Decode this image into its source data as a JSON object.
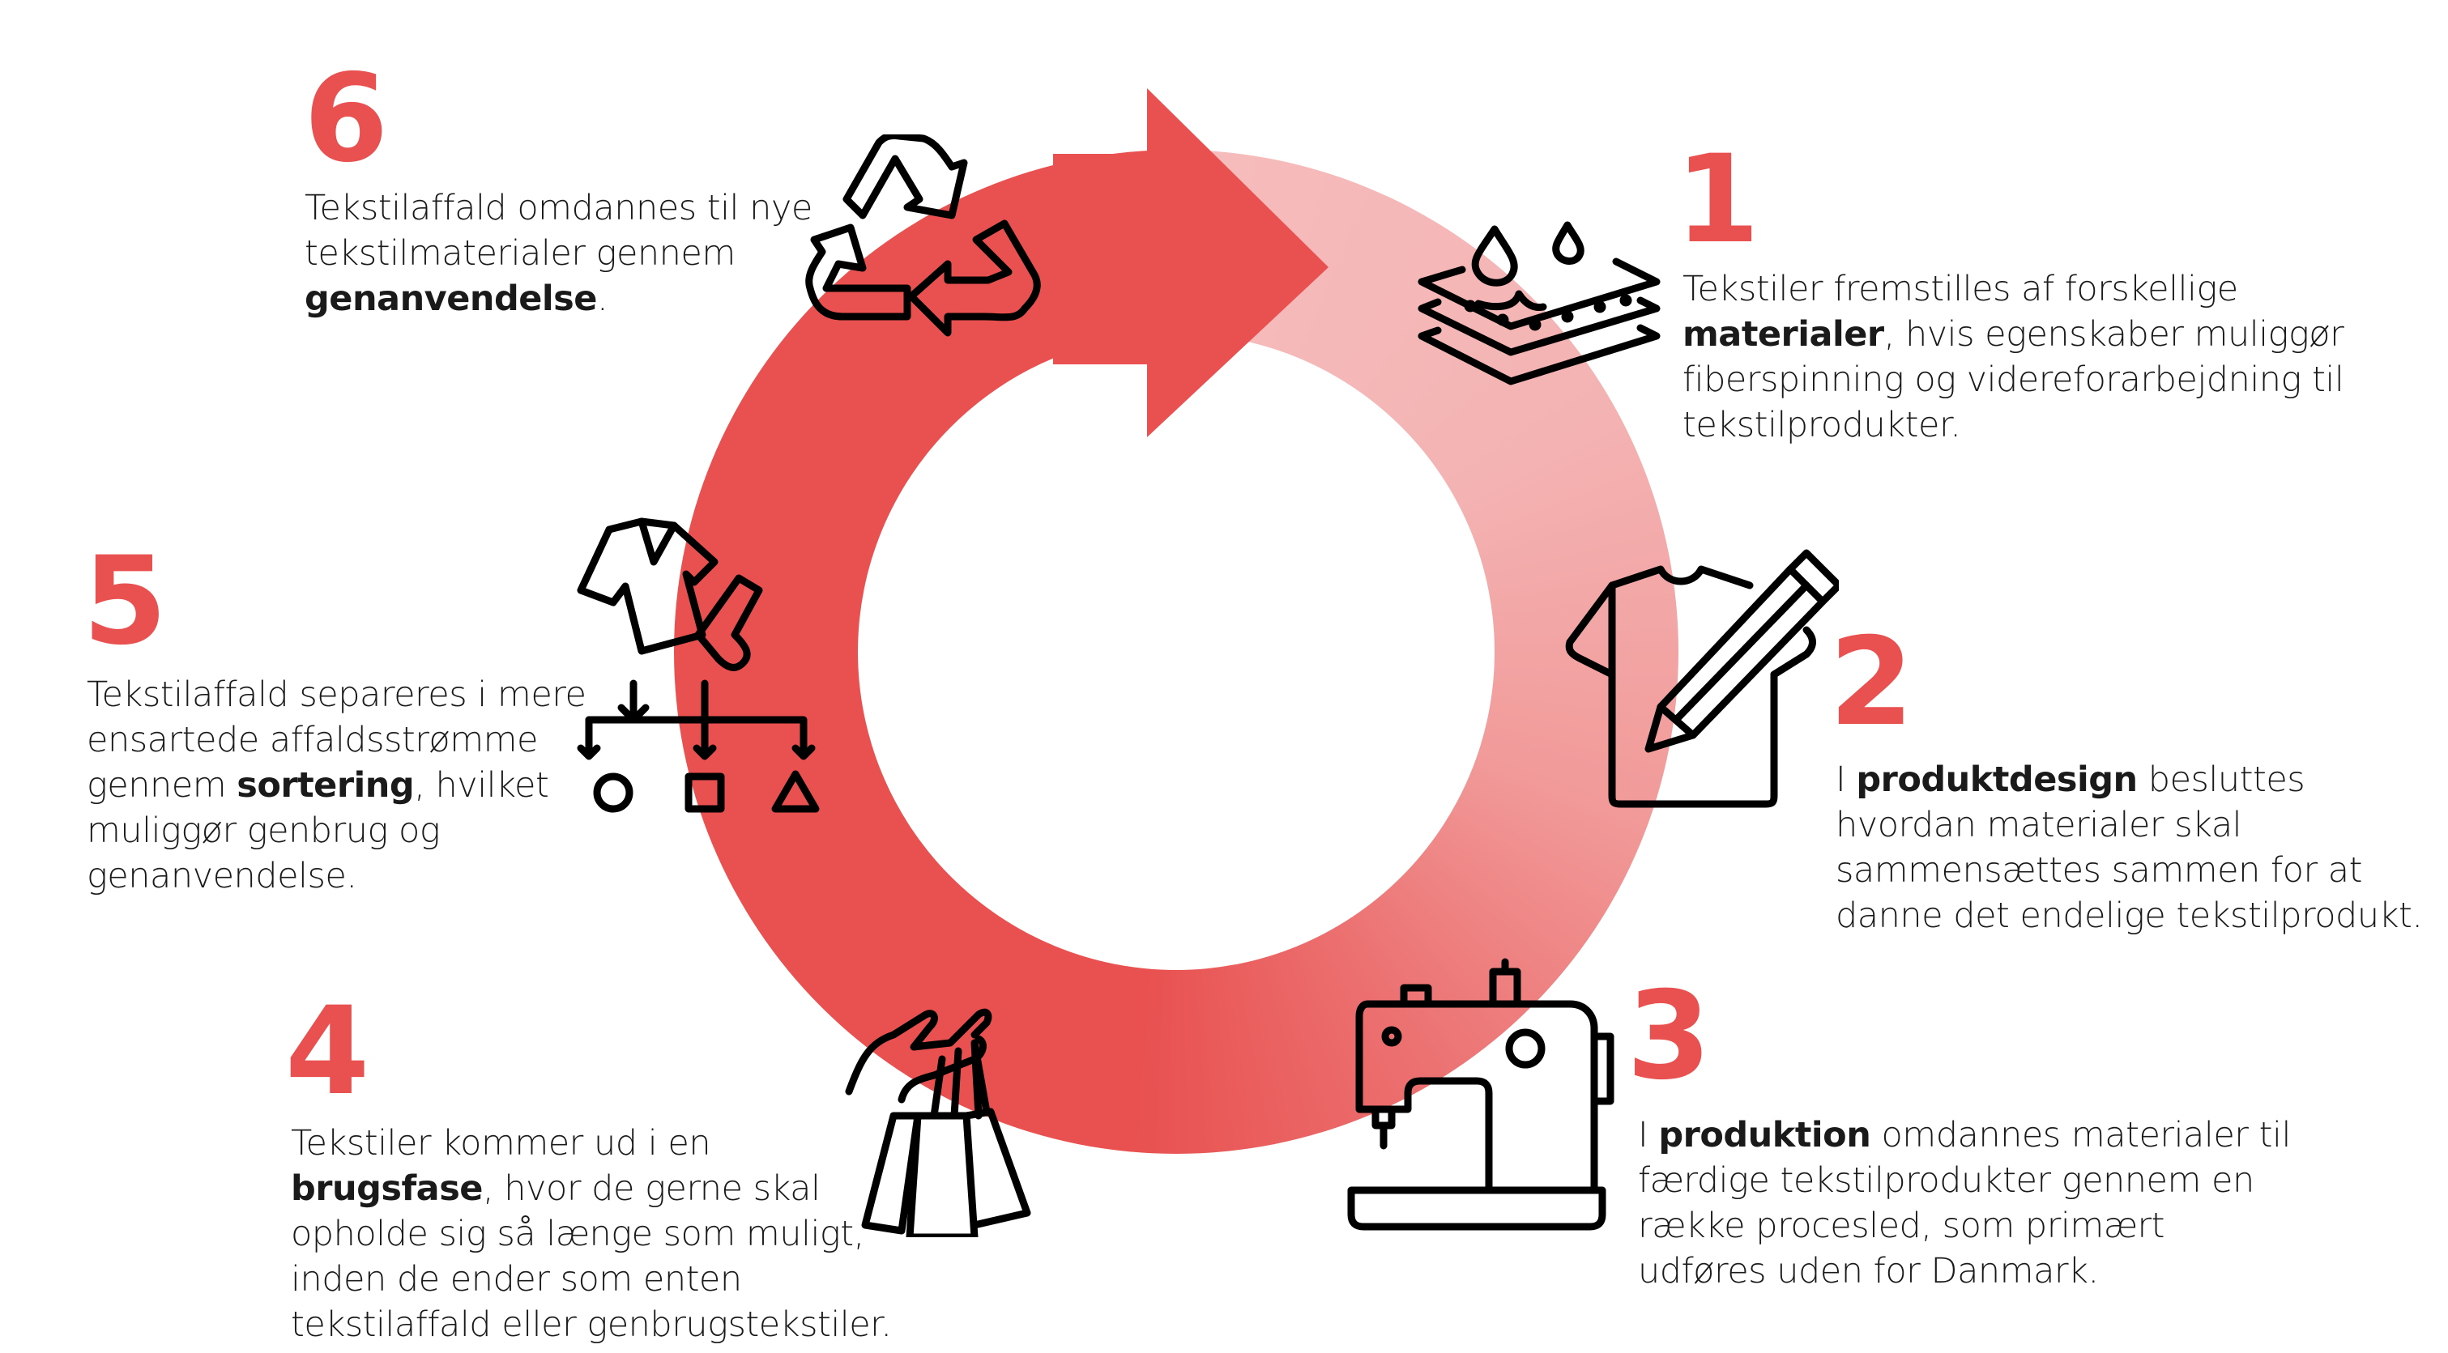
{
  "steps": [
    {
      "number": "1",
      "before": "Tekstiler fremstilles af forskellige ",
      "bold": "materialer",
      "after": ", hvis egenskaber muliggør fiberspinning og videreforarbejdning til tekstilprodukter.",
      "icon": "fabric-layers-icon"
    },
    {
      "number": "2",
      "before": "I ",
      "bold": "produktdesign",
      "after": " besluttes hvordan materialer skal sammensættes sammen for at danne det endelige tekstilprodukt.",
      "icon": "tshirt-pencil-icon"
    },
    {
      "number": "3",
      "before": "I ",
      "bold": "produktion",
      "after": " omdannes materialer til færdige tekstilprodukter gennem en række procesled, som primært udføres uden for Danmark.",
      "icon": "sewing-machine-icon"
    },
    {
      "number": "4",
      "before": "Tekstiler kommer ud i en ",
      "bold": "brugsfase",
      "after": ", hvor de gerne skal opholde sig så længe som muligt, inden de ender som enten tekstilaffald eller genbrugstekstiler.",
      "icon": "shopping-bags-icon"
    },
    {
      "number": "5",
      "before": "Tekstilaffald separeres i mere ensartede affaldsstrømme gennem ",
      "bold": "sortering",
      "after": ", hvilket muliggør genbrug og genanvendelse.",
      "icon": "sorting-icon"
    },
    {
      "number": "6",
      "before": "Tekstilaffald omdannes til nye tekstilmaterialer gennem ",
      "bold": "genanvendelse",
      "after": ".",
      "icon": "recycle-icon"
    }
  ],
  "colors": {
    "accent": "#e85150",
    "light": "#f6bcbc"
  }
}
